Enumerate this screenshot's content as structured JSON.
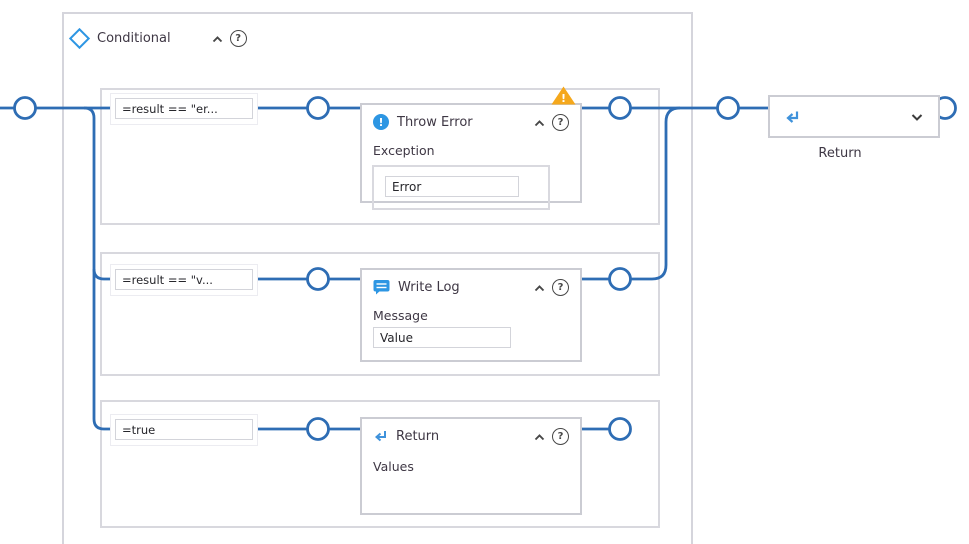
{
  "conditional": {
    "title": "Conditional",
    "branches": [
      {
        "condition": "=result == \"er...",
        "node": {
          "title": "Throw Error",
          "icon": "throw-error",
          "has_warning": true,
          "field_label": "Exception",
          "field_value": "Error"
        }
      },
      {
        "condition": "=result == \"v...",
        "node": {
          "title": "Write Log",
          "icon": "write-log",
          "field_label": "Message",
          "field_value": "Value"
        }
      },
      {
        "condition": "=true",
        "node": {
          "title": "Return",
          "icon": "return",
          "field_label": "Values"
        }
      }
    ]
  },
  "return_node": {
    "label": "Return"
  },
  "icons": {
    "help_glyph": "?",
    "error_glyph": "!",
    "warning_glyph": "!"
  },
  "colors": {
    "wire": "#2E6DB4",
    "icon_blue": "#2D96E3",
    "warning": "#F5A81C",
    "container_border": "#D5D5DC",
    "node_border": "#CBCCD3",
    "title_text": "#3E3744"
  }
}
